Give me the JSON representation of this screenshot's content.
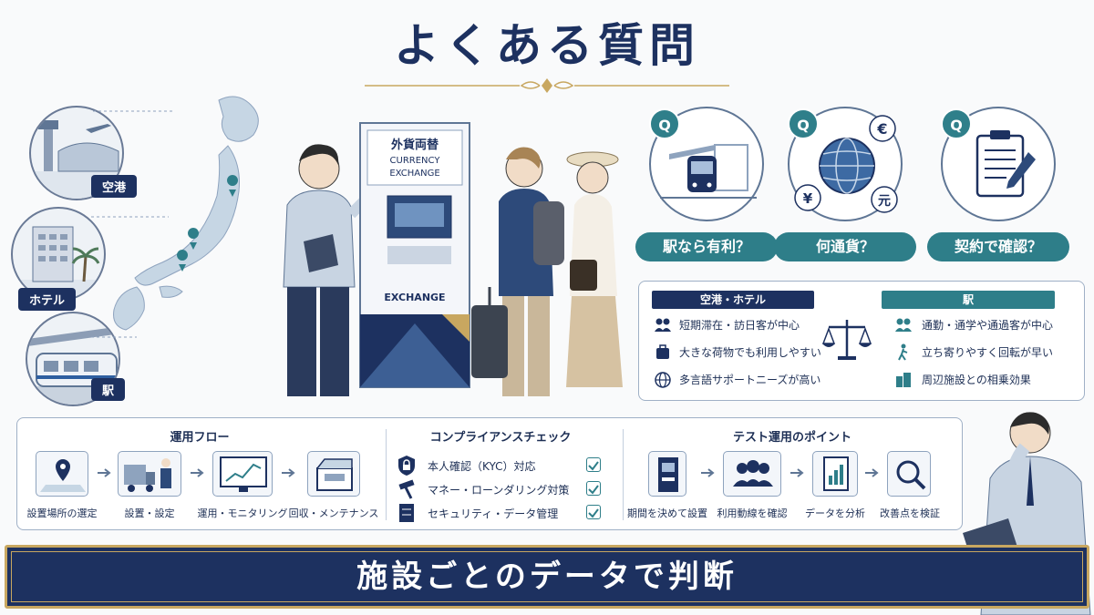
{
  "title": "よくある質問",
  "locations": {
    "airport": "空港",
    "hotel": "ホテル",
    "station": "駅"
  },
  "machine": {
    "sign_jp": "外貨両替",
    "sign_en_1": "CURRENCY",
    "sign_en_2": "EXCHANGE",
    "panel_label": "EXCHANGE"
  },
  "questions": [
    {
      "badge": "Q",
      "label": "駅なら有利？"
    },
    {
      "badge": "Q",
      "label": "何通貨？"
    },
    {
      "badge": "Q",
      "label": "契約で確認？"
    }
  ],
  "currency_symbols": [
    "€",
    "¥",
    "元"
  ],
  "comparison": {
    "left_title": "空港・ホテル",
    "left_items": [
      "短期滞在・訪日客が中心",
      "大きな荷物でも利用しやすい",
      "多言語サポートニーズが高い"
    ],
    "right_title": "駅",
    "right_items": [
      "通勤・通学や通過客が中心",
      "立ち寄りやすく回転が早い",
      "周辺施設との相乗効果"
    ]
  },
  "flow": {
    "title": "運用フロー",
    "steps": [
      "設置場所の選定",
      "設置・設定",
      "運用・モニタリング",
      "回収・メンテナンス"
    ]
  },
  "compliance": {
    "title": "コンプライアンスチェック",
    "items": [
      "本人確認（KYC）対応",
      "マネー・ローンダリング対策",
      "セキュリティ・データ管理"
    ]
  },
  "test": {
    "title": "テスト運用のポイント",
    "steps": [
      "期間を決めて設置",
      "利用動線を確認",
      "データを分析",
      "改善点を検証"
    ]
  },
  "banner": "施設ごとのデータで判断",
  "colors": {
    "navy": "#1d3160",
    "teal": "#2e7e89",
    "gold": "#c8a760"
  }
}
